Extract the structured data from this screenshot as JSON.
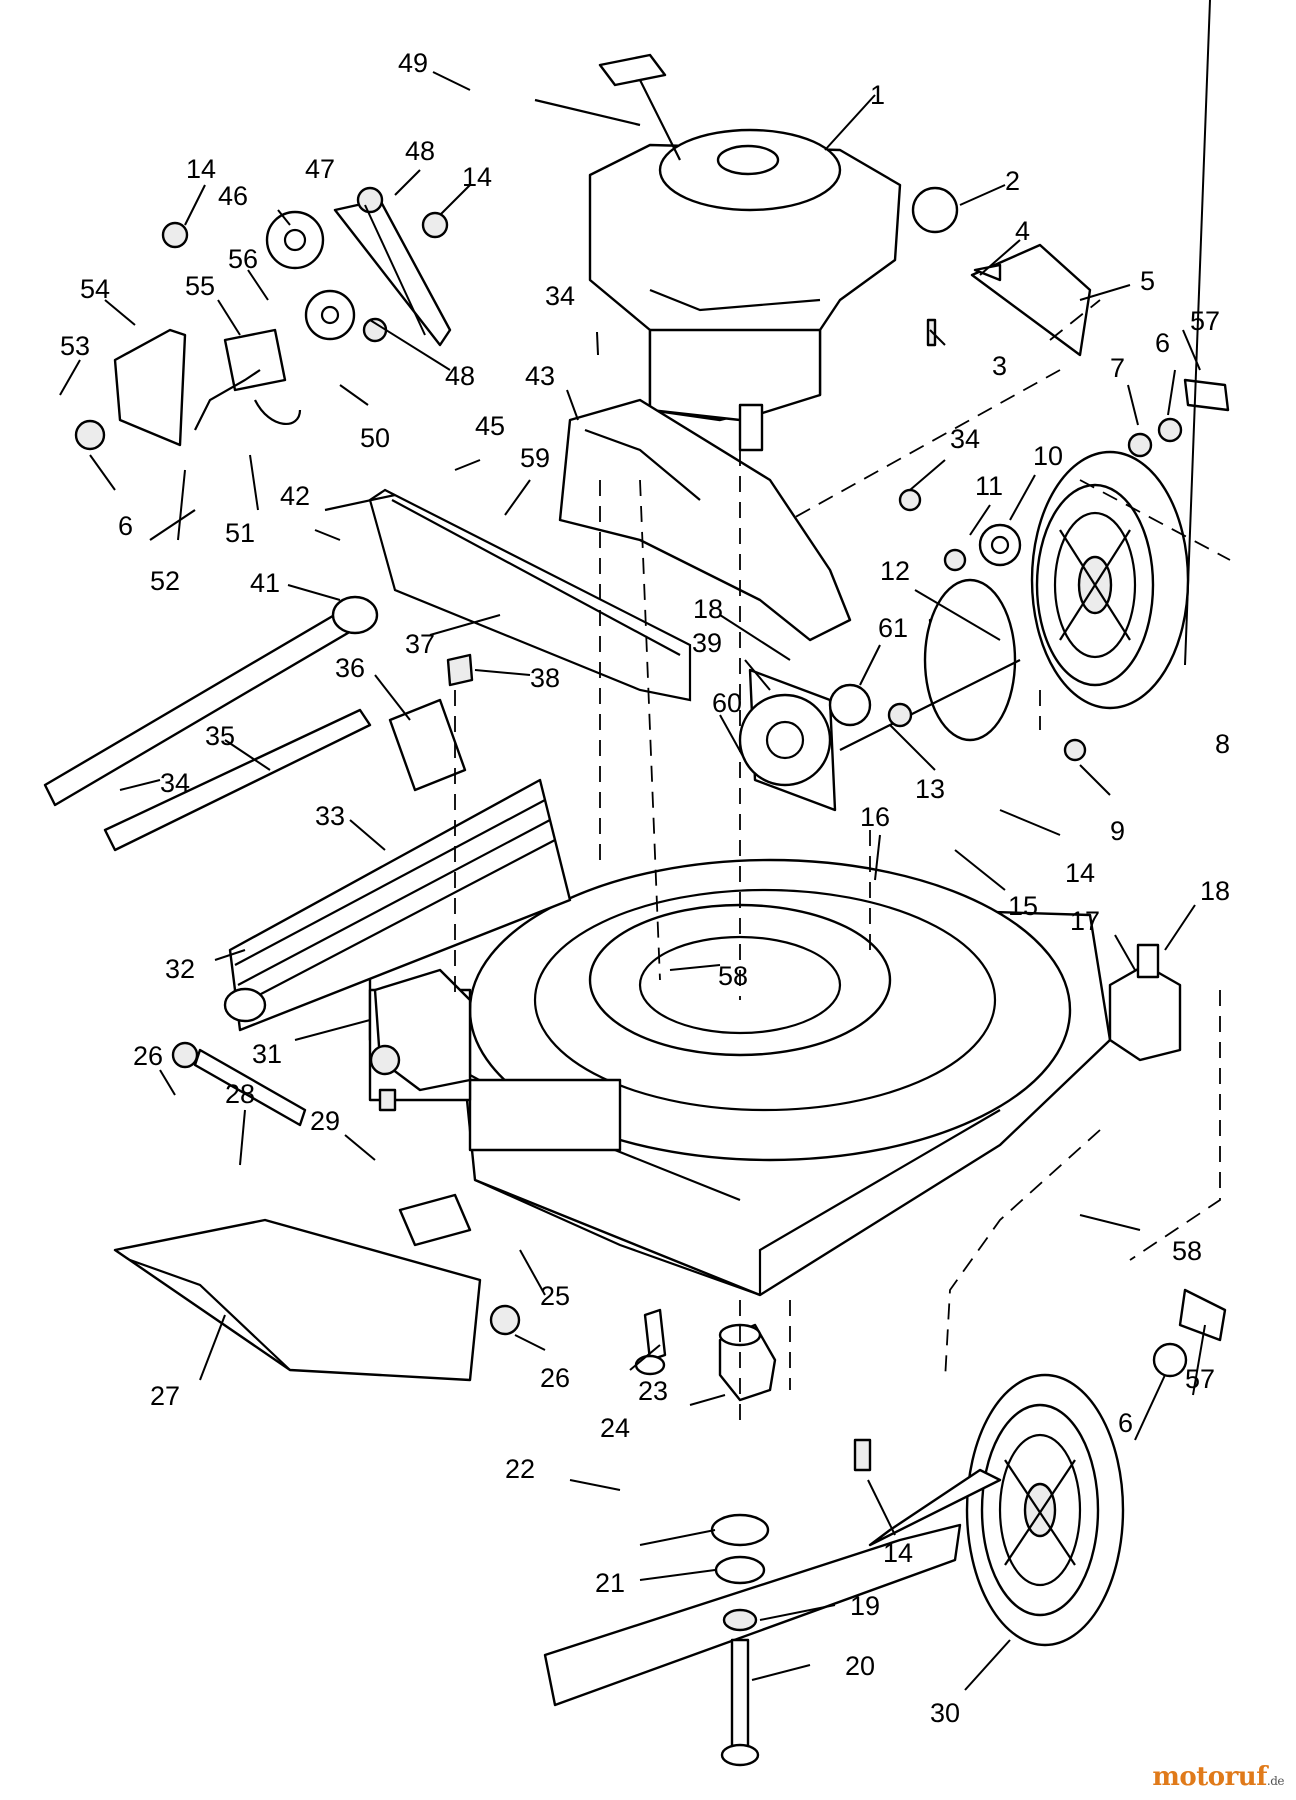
{
  "diagram": {
    "callouts": [
      "49",
      "1",
      "2",
      "4",
      "5",
      "57",
      "3",
      "7",
      "6",
      "14",
      "47",
      "48",
      "14",
      "46",
      "56",
      "54",
      "55",
      "53",
      "48",
      "50",
      "6",
      "52",
      "51",
      "45",
      "34",
      "43",
      "34",
      "59",
      "11",
      "10",
      "42",
      "41",
      "37",
      "12",
      "8",
      "18",
      "39",
      "61",
      "36",
      "38",
      "60",
      "13",
      "35",
      "34",
      "33",
      "9",
      "16",
      "14",
      "15",
      "18",
      "17",
      "32",
      "58",
      "31",
      "26",
      "28",
      "29",
      "58",
      "25",
      "27",
      "26",
      "24",
      "23",
      "22",
      "57",
      "6",
      "14",
      "21",
      "19",
      "20",
      "30"
    ]
  },
  "watermark": {
    "brand": "motoruf",
    "tld": ".de"
  }
}
